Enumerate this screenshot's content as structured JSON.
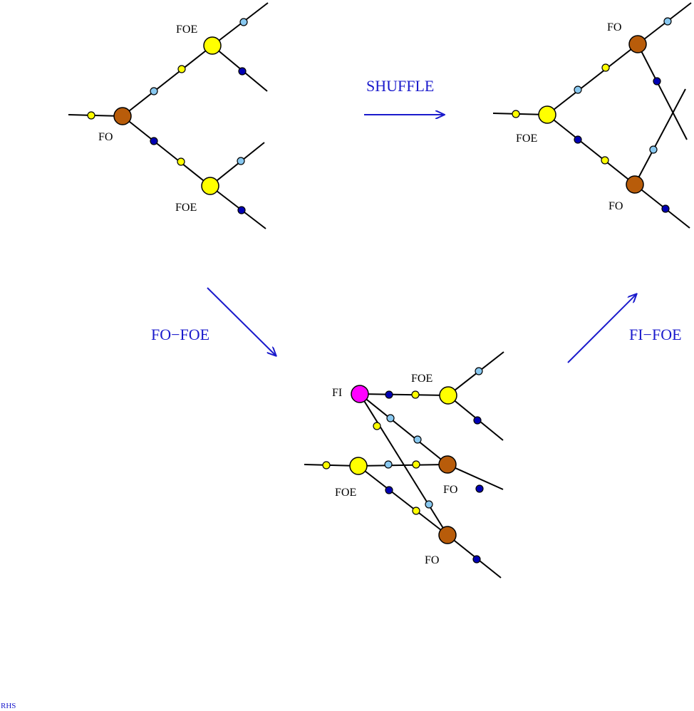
{
  "colors": {
    "FO": "#b85c0a",
    "FOE": "#ffff00",
    "FI": "#ff00ff",
    "yellow_port": "#ffff00",
    "light_blue_port": "#88c8f0",
    "dark_blue_port": "#0000b4",
    "arrow": "#1a1acc"
  },
  "arrows": {
    "shuffle": "SHUFFLE",
    "fo_foe": "FO−FOE",
    "fi_foe": "FI−FOE"
  },
  "diagrams": {
    "left": {
      "fo_center": "FO",
      "foe_top": "FOE",
      "foe_bottom": "FOE"
    },
    "right": {
      "foe_center": "FOE",
      "fo_top": "FO",
      "fo_bottom": "FO"
    },
    "bottom": {
      "fi": "FI",
      "foe_top": "FOE",
      "foe_left": "FOE",
      "fo_mid": "FO",
      "fo_bottom": "FO"
    }
  },
  "footer": "RHS"
}
